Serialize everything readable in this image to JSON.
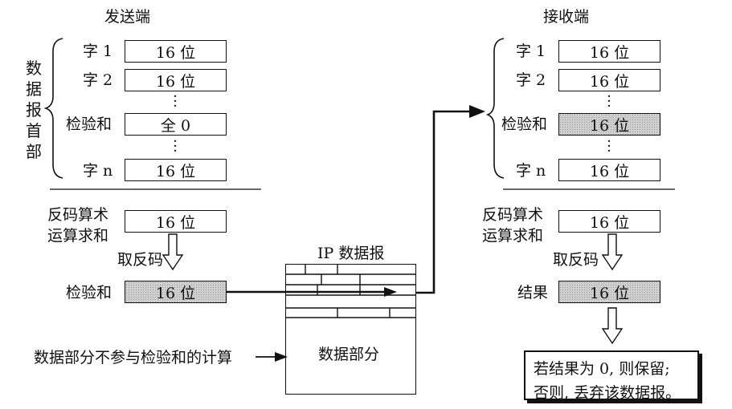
{
  "sender": {
    "title": "发送端",
    "brace_label": "数据报首部",
    "rows": [
      {
        "label": "字 1",
        "value": "16 位"
      },
      {
        "label": "字 2",
        "value": "16 位"
      },
      {
        "label": "检验和",
        "value": "全 0"
      },
      {
        "label": "字 n",
        "value": "16 位"
      }
    ],
    "sum_label": [
      "反码算术",
      "运算求和"
    ],
    "sum_value": "16 位",
    "invert_label": "取反码",
    "checksum_label": "检验和",
    "checksum_value": "16 位"
  },
  "receiver": {
    "title": "接收端",
    "rows": [
      {
        "label": "字 1",
        "value": "16 位"
      },
      {
        "label": "字 2",
        "value": "16 位"
      },
      {
        "label": "检验和",
        "value": "16 位"
      },
      {
        "label": "字 n",
        "value": "16 位"
      }
    ],
    "sum_label": [
      "反码算术",
      "运算求和"
    ],
    "sum_value": "16 位",
    "invert_label": "取反码",
    "result_label": "结果",
    "result_value": "16 位",
    "result_note": [
      "若结果为 0, 则保留;",
      "否则, 丢弃该数据报。"
    ]
  },
  "ip_packet": {
    "title": "IP 数据报",
    "data_part": "数据部分",
    "data_note": "数据部分不参与检验和的计算"
  }
}
